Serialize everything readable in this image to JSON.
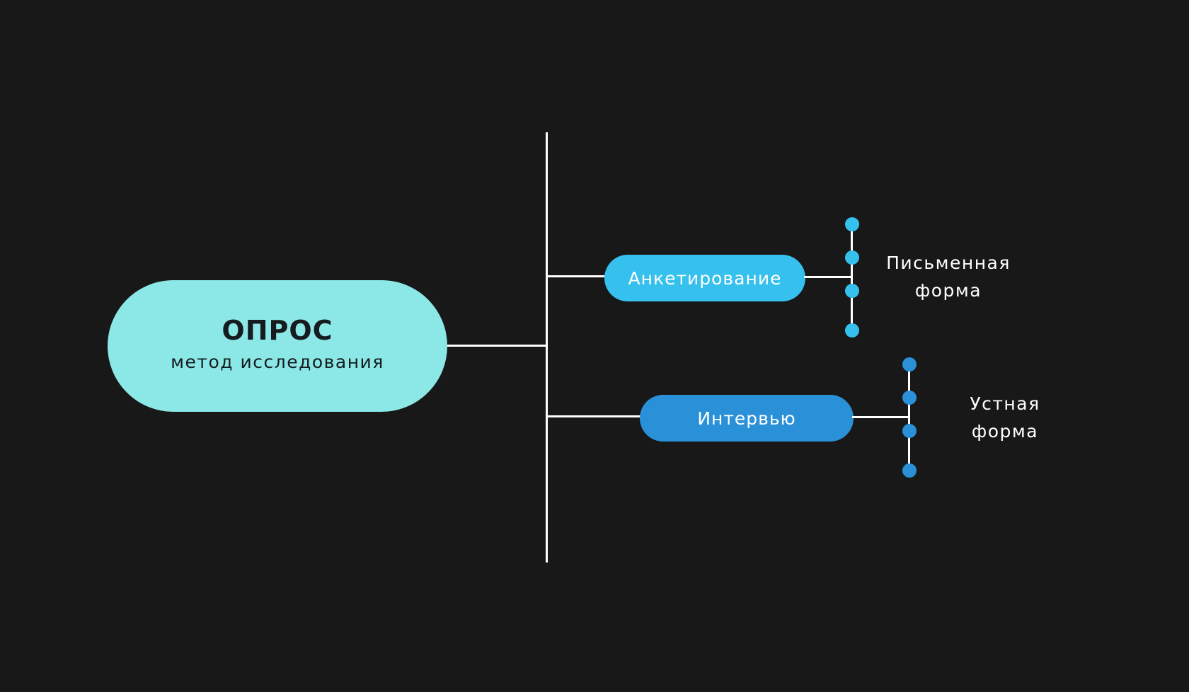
{
  "diagram": {
    "background": "#181818",
    "line_color": "#ffffff",
    "root": {
      "title": "ОПРОС",
      "subtitle": "метод исследования",
      "fill": "#8be8e6"
    },
    "branches": [
      {
        "label": "Анкетирование",
        "fill": "#35c0ee",
        "dot_color": "#35c0ee",
        "form_lines": [
          "Письменная",
          "форма"
        ]
      },
      {
        "label": "Интервью",
        "fill": "#2a90d8",
        "dot_color": "#2a90d8",
        "form_lines": [
          "Устная",
          "форма"
        ]
      }
    ]
  }
}
